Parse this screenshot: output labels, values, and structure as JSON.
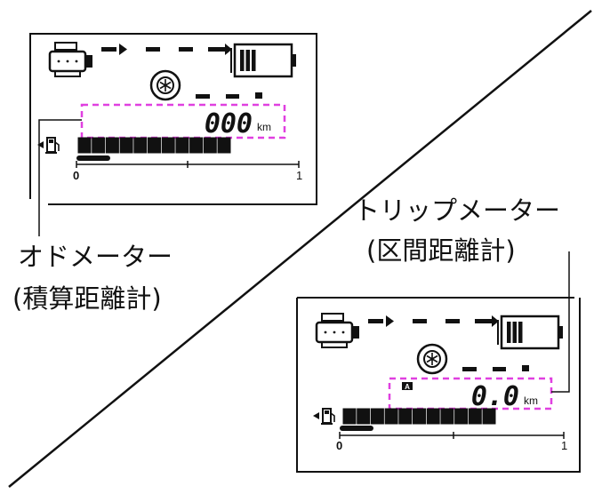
{
  "odometer": {
    "title": "オドメーター",
    "subtitle": "(積算距離計)",
    "reading": "000",
    "unit": "km"
  },
  "tripmeter": {
    "title": "トリップメーター",
    "subtitle": "(区間距離計)",
    "reading": "0.0",
    "unit": "km",
    "trip_badge": "A"
  },
  "panel": {
    "gauge_min_label": "0",
    "gauge_max_label": "1",
    "fuel_level_fraction": 1.0,
    "battery_level_fraction": 0.6,
    "fuel_segments": 11,
    "engine_icon": "engine-icon",
    "wheel_icon": "wheel-icon",
    "battery_icon": "battery-icon",
    "fuel_pump_icon": "fuel-pump-icon"
  },
  "colors": {
    "highlight": "#e040e0",
    "ink": "#111111"
  }
}
